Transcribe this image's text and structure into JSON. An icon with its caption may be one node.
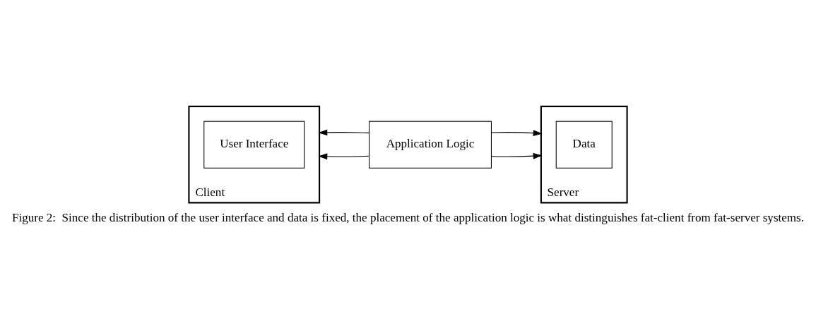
{
  "diagram": {
    "caption": "Figure 2:  Since the distribution of the user interface and data is fixed, the placement of the application logic is what distinguishes fat-client from fat-server systems.",
    "nodes": [
      {
        "text": [
          "Client"
        ]
      },
      {
        "text": [
          "User Interface"
        ],
        "in": 0
      },
      {
        "text": [
          "Application Logic"
        ]
      },
      {
        "text": [
          "Server"
        ]
      },
      {
        "text": [
          "Data"
        ],
        "in": 3
      }
    ],
    "edges": [
      {
        "from": 2,
        "to": 0,
        "arrow": "to"
      },
      {
        "from": 2,
        "to": 0,
        "arrow": "to"
      },
      {
        "from": 2,
        "to": 3,
        "arrow": "to"
      },
      {
        "from": 2,
        "to": 3,
        "arrow": "to"
      }
    ]
  }
}
